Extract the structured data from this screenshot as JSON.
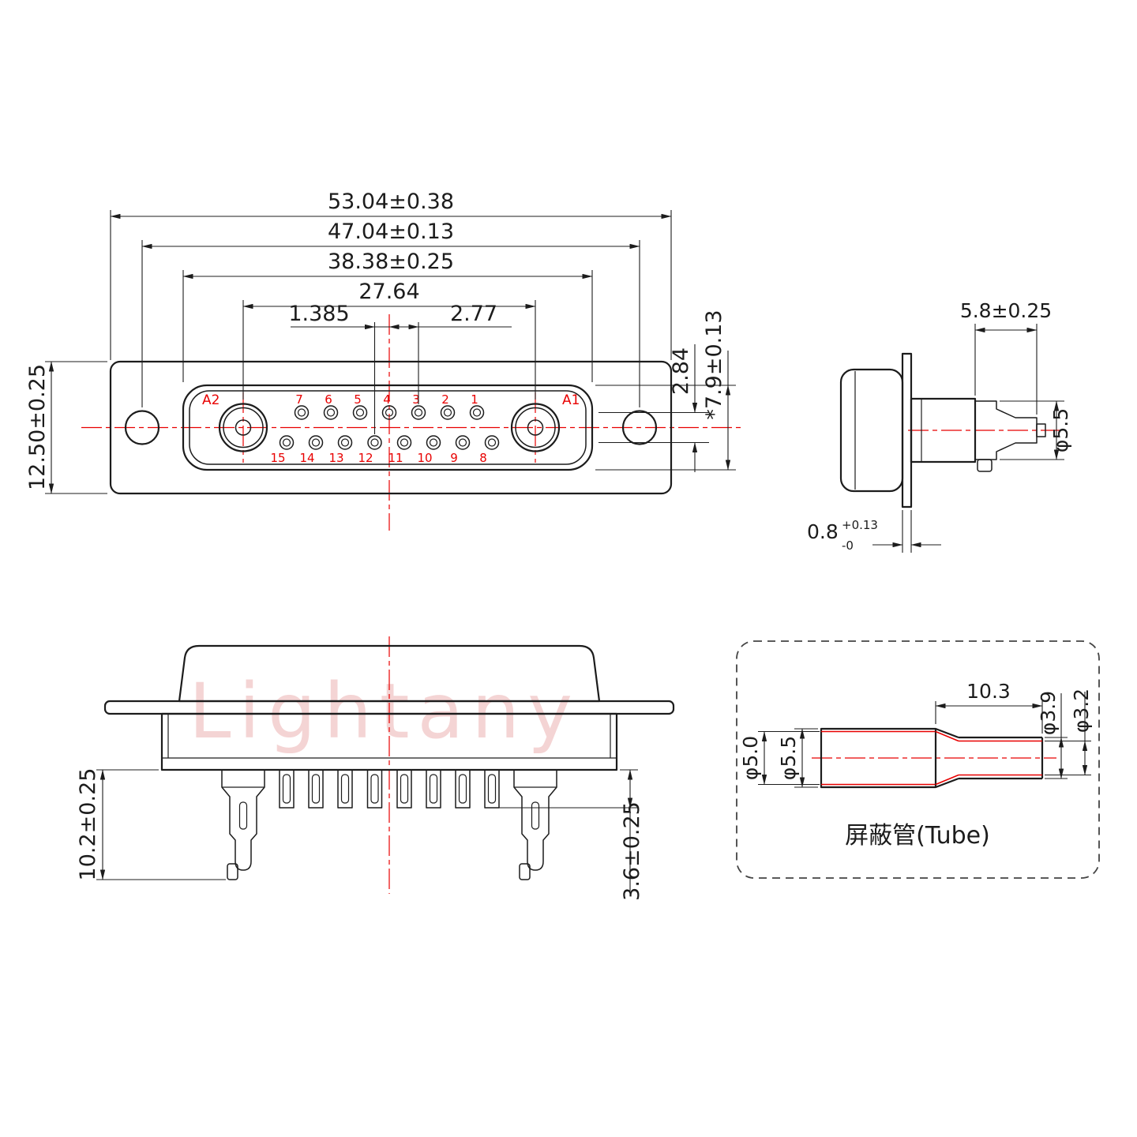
{
  "watermark": "Lightany",
  "colors": {
    "line": "#1c1c1c",
    "centerline_red": "#e80000",
    "watermark_pink": "#f3cdcd"
  },
  "front": {
    "dim_overall_width": "53.04±0.38",
    "dim_hole_spacing": "47.04±0.13",
    "dim_body_width": "38.38±0.25",
    "dim_coax_spacing": "27.64",
    "dim_half_pitch": "1.385",
    "dim_pitch": "2.77",
    "dim_row_spacing": "2.84",
    "dim_body_height": "*7.9±0.13",
    "dim_overall_height": "12.50±0.25",
    "label_a1": "A1",
    "label_a2": "A2",
    "pins_top": [
      "7",
      "6",
      "5",
      "4",
      "3",
      "2",
      "1"
    ],
    "pins_bottom": [
      "15",
      "14",
      "13",
      "12",
      "11",
      "10",
      "9",
      "8"
    ]
  },
  "side": {
    "dim_tail_length": "5.8±0.25",
    "dim_wire_dia": "φ5.5",
    "dim_flange_thickness_base": "0.8",
    "dim_flange_thickness_plus": "+0.13",
    "dim_flange_thickness_minus": "-0"
  },
  "rear": {
    "dim_body_depth": "10.2±0.25",
    "dim_tab_length": "3.6±0.25"
  },
  "tube": {
    "title": "屏蔽管(Tube)",
    "dim_length": "10.3",
    "dim_outer_small": "φ3.9",
    "dim_inner_small": "φ3.2",
    "dim_inner_big": "φ5.0",
    "dim_outer_big": "φ5.5"
  }
}
